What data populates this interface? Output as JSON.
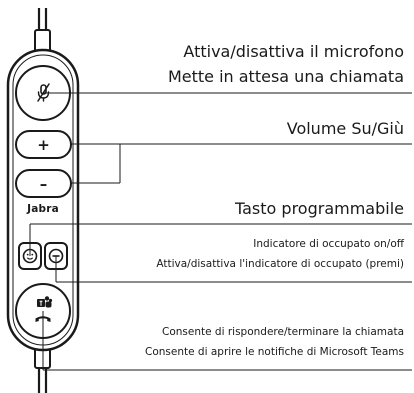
{
  "device": {
    "brand": "Jabra"
  },
  "labels": {
    "mute_line1": "Attiva/disattiva il microfono",
    "mute_line2": "Mette in attesa una chiamata",
    "volume": "Volume Su/Giù",
    "programmable": "Tasto programmabile",
    "busy_line1": "Indicatore di occupato on/off",
    "busy_line2": "Attiva/disattiva l'indicatore di occupato (premi)",
    "teams_line1": "Consente di rispondere/terminare la chiamata",
    "teams_line2": "Consente di aprire le notifiche di Microsoft Teams"
  },
  "buttons": {
    "volume_up_symbol": "+",
    "volume_down_symbol": "–"
  },
  "icons": {
    "mute": "microphone-muted-icon",
    "programmable": "smiley-icon",
    "busy": "minus-circle-icon",
    "teams": "microsoft-teams-icon",
    "call": "phone-handset-icon"
  }
}
